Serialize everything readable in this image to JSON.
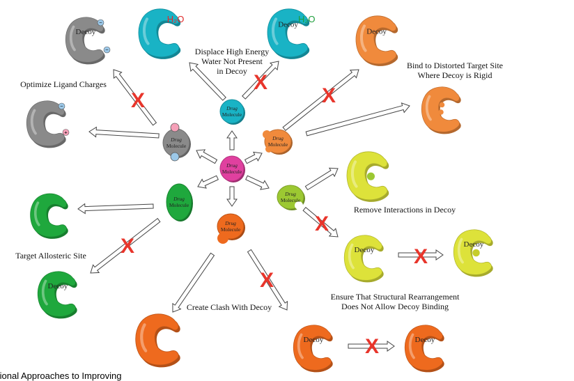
{
  "labels": {
    "optimize_charges": "Optimize Ligand Charges",
    "displace_water": [
      "Displace High Energy",
      "Water Not Present",
      "in Decoy"
    ],
    "bind_distorted": [
      "Bind to Distorted Target Site",
      "Where Decoy is Rigid"
    ],
    "remove_interactions": "Remove Interactions in Decoy",
    "target_allosteric": "Target Allosteric Site",
    "create_clash": "Create Clash With Decoy",
    "structural_rearrangement": [
      "Ensure That Structural Rearrangement",
      "Does Not Allow Decoy Binding"
    ]
  },
  "decoy_text": "Decoy",
  "drug_text": [
    "Drug",
    "Molecule"
  ],
  "water_text": "H₂O",
  "cross_mark": "X",
  "footer_partial": "tional Approaches to Improving",
  "colors": {
    "gray": "#8a8a8a",
    "cyan": "#19b3c5",
    "orange_light": "#f08a3c",
    "orange_dark": "#ee6a1e",
    "yellow": "#dde23a",
    "green": "#1fa83d",
    "magenta": "#e0409f",
    "lime": "#9cc832",
    "cross": "#e8352b",
    "water_red": "#e02a2a",
    "water_green": "#1d9e3b"
  }
}
